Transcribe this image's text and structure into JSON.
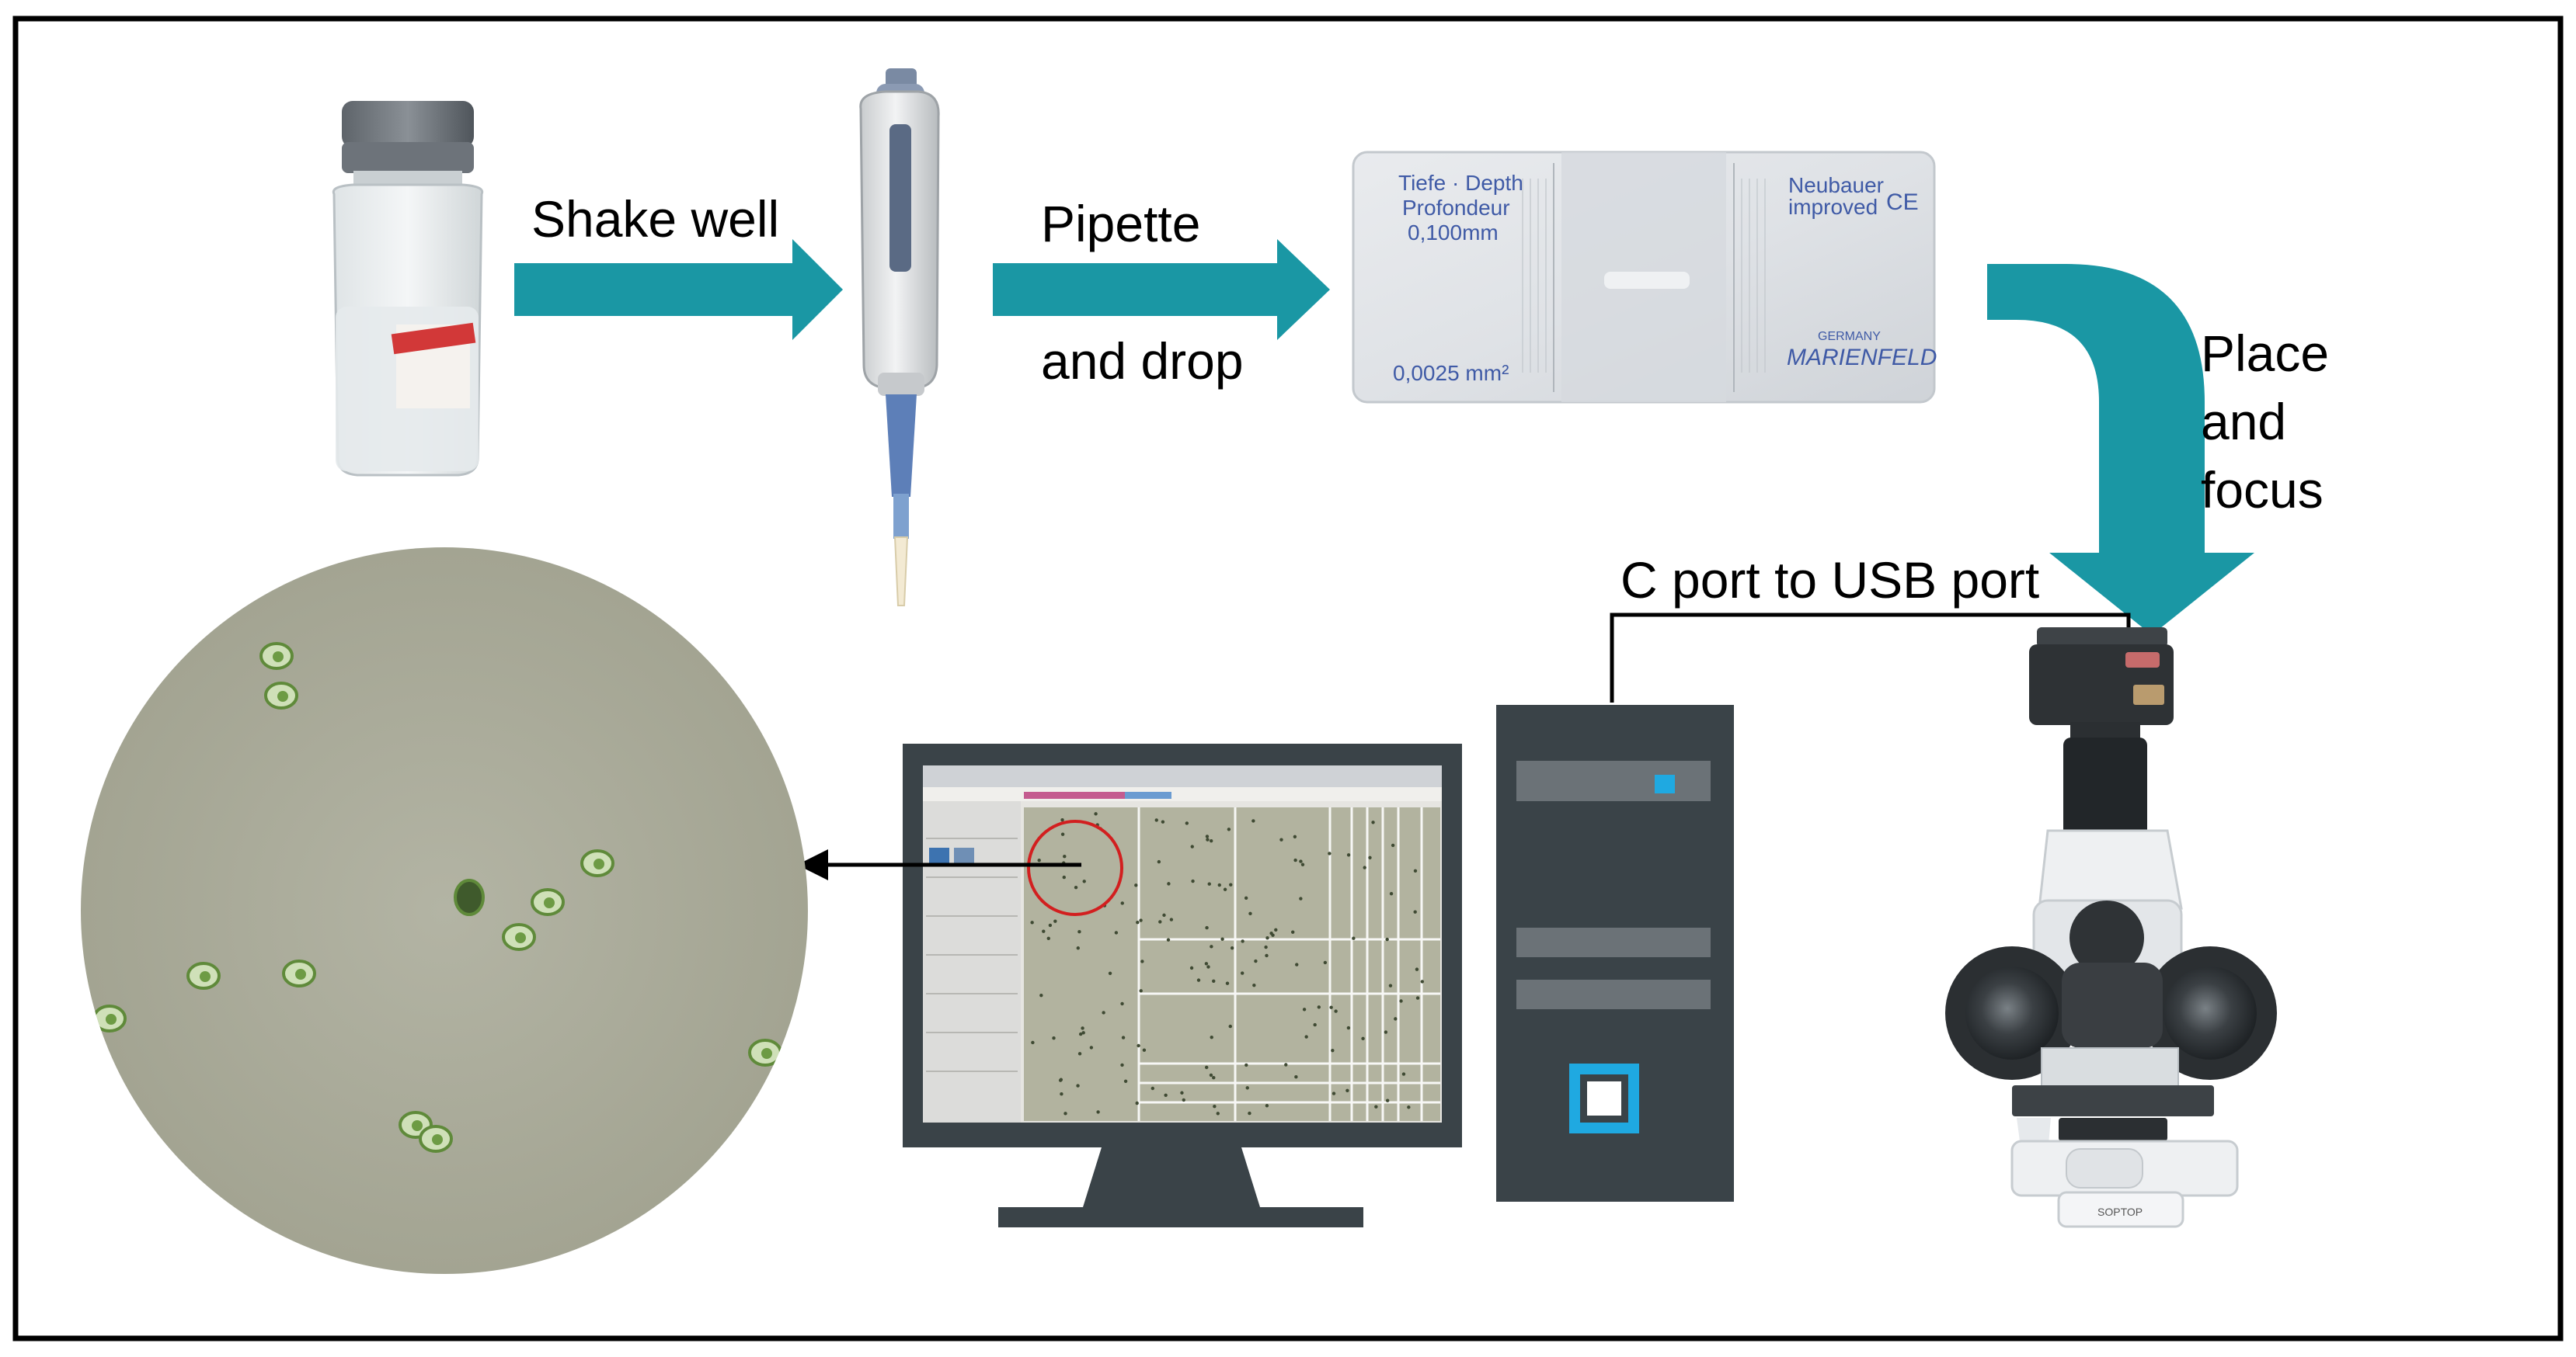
{
  "colors": {
    "arrow": "#1a97a4",
    "device": "#3a4348",
    "screen_bg": "#dedcd6",
    "sample_bg": "#a9aa99",
    "accent_blue": "#1fa9e1"
  },
  "steps": {
    "shake": "Shake well",
    "pipette": "Pipette",
    "drop": "and drop",
    "place": "Place\nand\nfocus",
    "cable": "C port to USB port"
  },
  "chamber_print": {
    "depth_line1": "Tiefe · Depth",
    "depth_line2": "Profondeur",
    "depth_value": "0,100mm",
    "area": "0,0025 mm²",
    "brand_line1": "Neubauer",
    "brand_line2": "improved",
    "ce": "CE",
    "maker": "MARIENFELD",
    "maker_top": "GERMANY"
  },
  "microscope_print": "SOPTOP",
  "icons": [
    "reagent-bottle",
    "pipette",
    "counting-chamber",
    "microscope",
    "pc-tower",
    "monitor",
    "magnified-view"
  ]
}
